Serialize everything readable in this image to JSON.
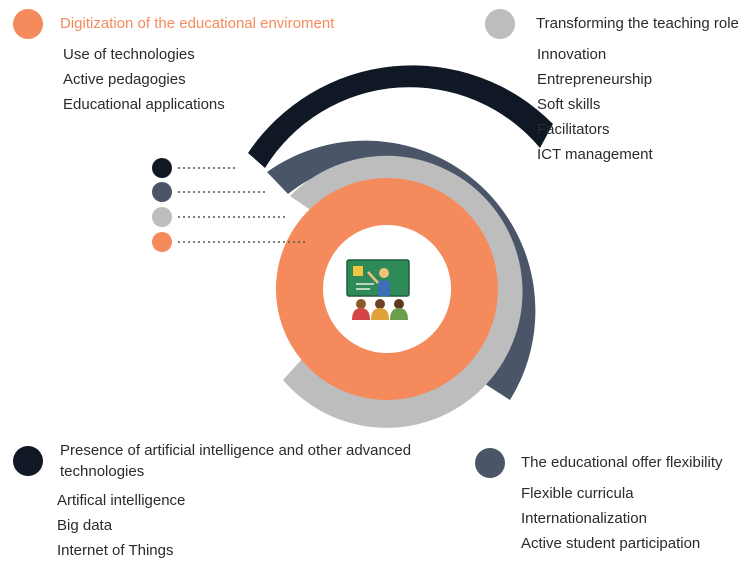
{
  "colors": {
    "orange": "#f58a5c",
    "light_gray": "#bdbdbd",
    "slate": "#4a5568",
    "navy": "#101826",
    "text": "#2b2b2b"
  },
  "sections": {
    "top_left": {
      "title": "Digitization of the educational enviroment",
      "items": [
        "Use of technologies",
        "Active pedagogies",
        "Educational applications"
      ]
    },
    "top_right": {
      "title": "Transforming the teaching role",
      "items": [
        "Innovation",
        "Entrepreneurship",
        "Soft skills",
        "Facilitators",
        "ICT management"
      ]
    },
    "bottom_left": {
      "title_line1": "Presence of artificial intelligence and other advanced",
      "title_line2": "technologies",
      "items": [
        "Artifical intelligence",
        "Big data",
        "Internet of Things"
      ]
    },
    "bottom_right": {
      "title": "The educational offer flexibility",
      "items": [
        "Flexible curricula",
        "Internationalization",
        "Active student participation"
      ]
    }
  },
  "center_icon": "teacher-classroom-icon"
}
